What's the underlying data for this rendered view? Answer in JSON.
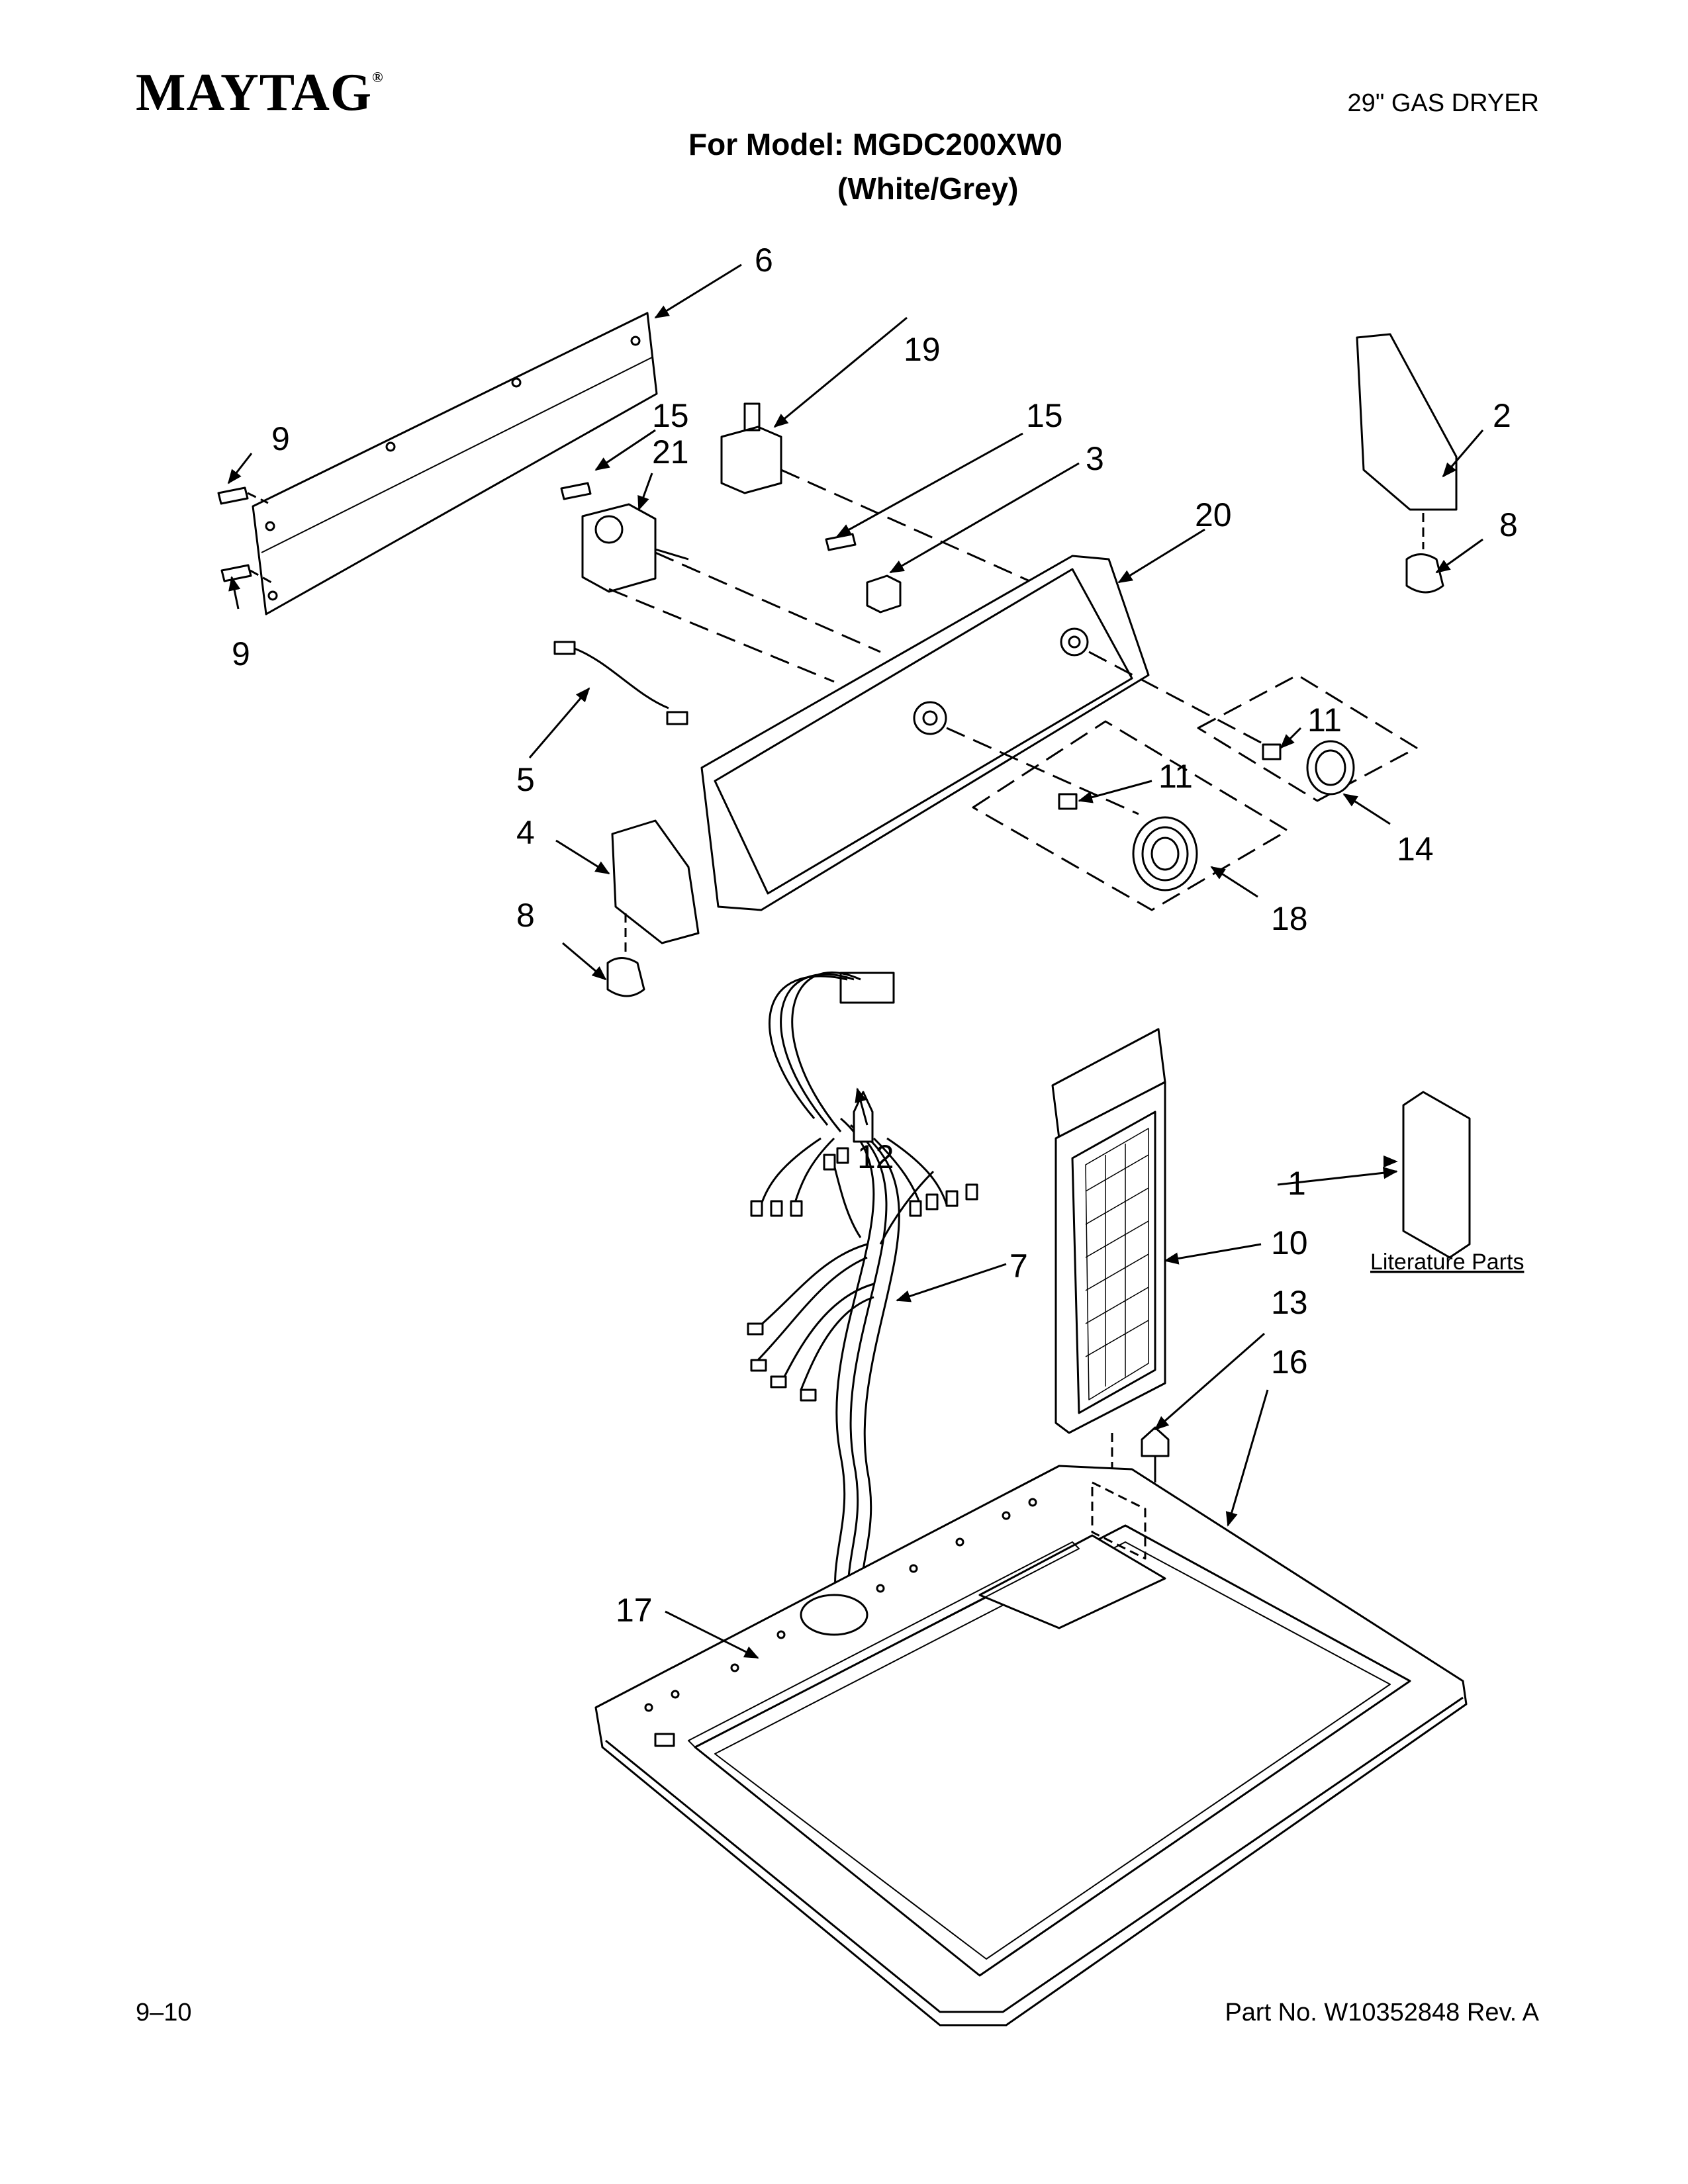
{
  "header": {
    "brand": "MAYTAG",
    "trademark": "®",
    "dryer_type": "29\" GAS DRYER",
    "model_label": "For Model: MGDC200XW0",
    "model_color": "(White/Grey)"
  },
  "callouts": {
    "c1": "1",
    "c2": "2",
    "c3": "3",
    "c4": "4",
    "c5": "5",
    "c6": "6",
    "c7": "7",
    "c8a": "8",
    "c8b": "8",
    "c9a": "9",
    "c9b": "9",
    "c10": "10",
    "c11a": "11",
    "c11b": "11",
    "c12": "12",
    "c13": "13",
    "c14": "14",
    "c15a": "15",
    "c15b": "15",
    "c16": "16",
    "c17": "17",
    "c18": "18",
    "c19": "19",
    "c20": "20",
    "c21": "21"
  },
  "literature_label": "Literature Parts",
  "footer": {
    "page": "9–10",
    "part_number": "Part No. W10352848 Rev. A"
  }
}
